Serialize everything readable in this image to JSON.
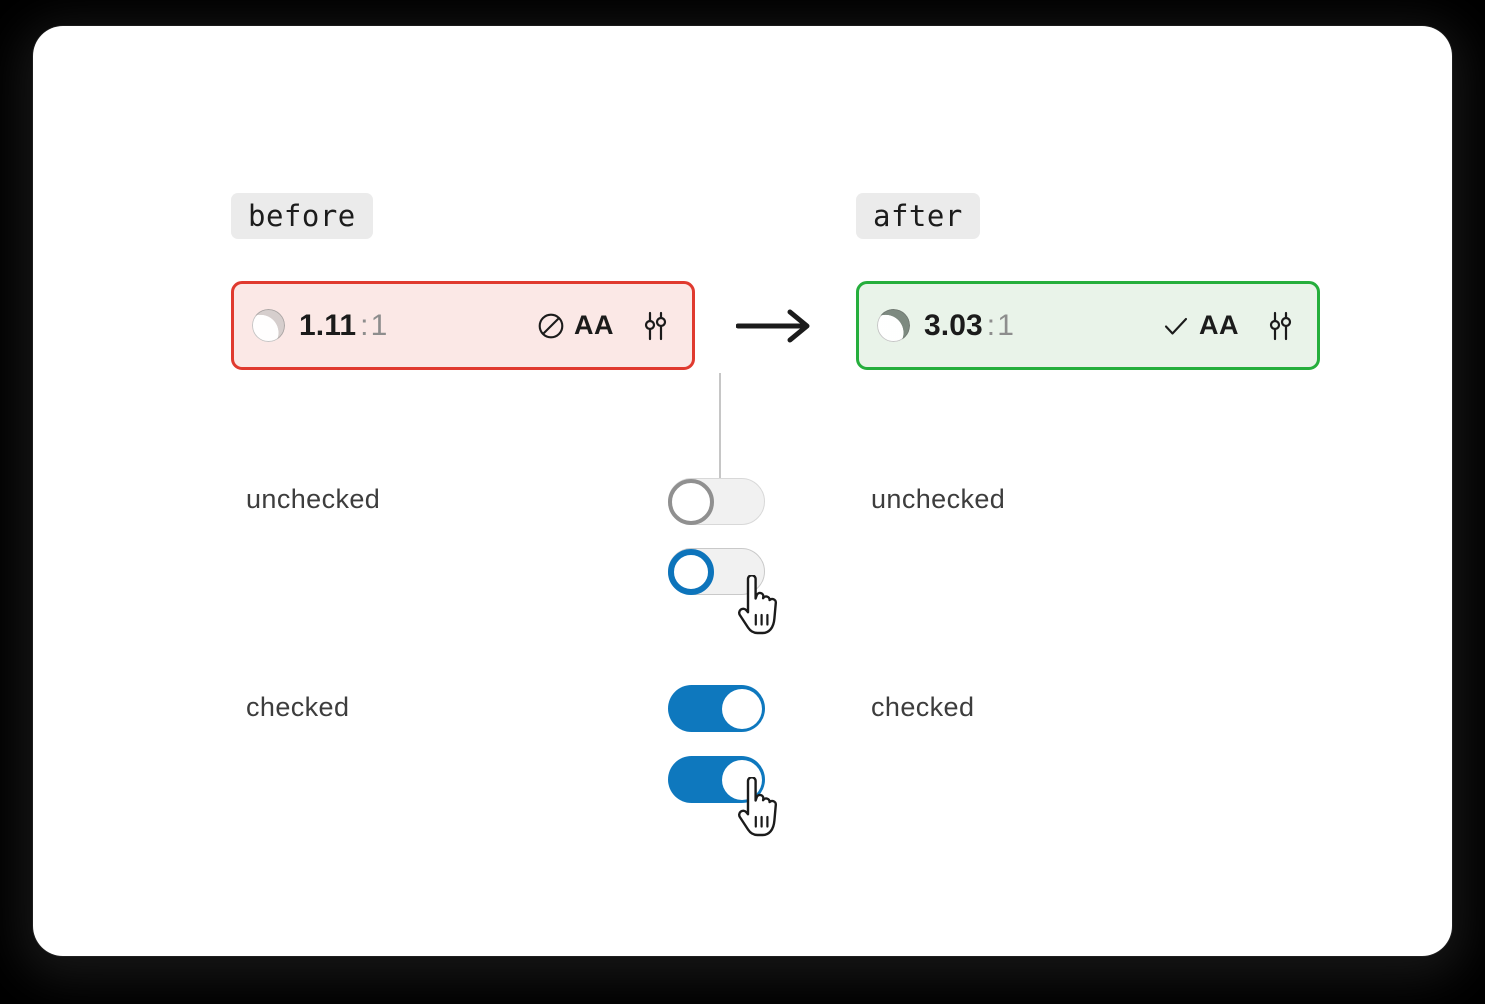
{
  "canvas": {
    "background": "#000000",
    "card_background": "#ffffff"
  },
  "columns": [
    {
      "key": "before",
      "chip_label": "before",
      "chip_background": "#ebebeb",
      "panel": {
        "status": "fail",
        "background": "#fbe8e6",
        "border_color": "#e03a2f",
        "contrast_ratio": "1.11",
        "ratio_separator": ":",
        "ratio_denominator": "1",
        "level_icon": "prohibited-icon",
        "level_label": "AA",
        "adjust_icon": "sliders-icon",
        "contrast_dot_icon": "contrast-circle-icon"
      },
      "rows": [
        {
          "key": "unchecked",
          "label": "unchecked",
          "toggles": [
            {
              "name": "toggle-unchecked-default",
              "state": "off",
              "variant": "default",
              "track_color": "#f1f1f1",
              "thumb_ring_color": "#909090",
              "cursor": false
            },
            {
              "name": "toggle-unchecked-focus",
              "state": "off",
              "variant": "focus",
              "track_color": "#f1f1f1",
              "thumb_ring_color": "#0d74bb",
              "cursor": true
            }
          ]
        },
        {
          "key": "checked",
          "label": "checked",
          "toggles": [
            {
              "name": "toggle-checked-default",
              "state": "on",
              "variant": "default",
              "track_color": "#0e78be",
              "thumb_ring_color": "#ffffff",
              "cursor": false
            },
            {
              "name": "toggle-checked-focus",
              "state": "on",
              "variant": "focus",
              "track_color": "#0e78be",
              "thumb_ring_color": "#ffffff",
              "cursor": true
            }
          ]
        }
      ]
    },
    {
      "key": "after",
      "chip_label": "after",
      "chip_background": "#ebebeb",
      "panel": {
        "status": "pass",
        "background": "#e9f3e9",
        "border_color": "#25ae3c",
        "contrast_ratio": "3.03",
        "ratio_separator": ":",
        "ratio_denominator": "1",
        "level_icon": "check-icon",
        "level_label": "AA",
        "adjust_icon": "sliders-icon",
        "contrast_dot_icon": "contrast-circle-icon"
      },
      "rows": [
        {
          "key": "unchecked",
          "label": "unchecked",
          "toggles": [
            {
              "name": "toggle-unchecked-default",
              "state": "off",
              "variant": "default",
              "track_color": "#9a9a9a",
              "thumb_ring_color": "#ffffff",
              "cursor": false
            },
            {
              "name": "toggle-unchecked-focus",
              "state": "off",
              "variant": "focus",
              "track_color": "#6d6d6d",
              "thumb_ring_color": "#ffffff",
              "cursor": true
            }
          ]
        },
        {
          "key": "checked",
          "label": "checked",
          "toggles": [
            {
              "name": "toggle-checked-default",
              "state": "on",
              "variant": "default",
              "track_color": "#0e78be",
              "thumb_ring_color": "#ffffff",
              "cursor": false
            },
            {
              "name": "toggle-checked-focus",
              "state": "on",
              "variant": "focus",
              "track_color": "#0a5d95",
              "thumb_ring_color": "#ffffff",
              "cursor": true
            }
          ]
        }
      ]
    }
  ],
  "transition": {
    "icon": "arrow-right-icon",
    "color": "#1b1b1b"
  },
  "connector": {
    "color": "#c6c6c6"
  }
}
